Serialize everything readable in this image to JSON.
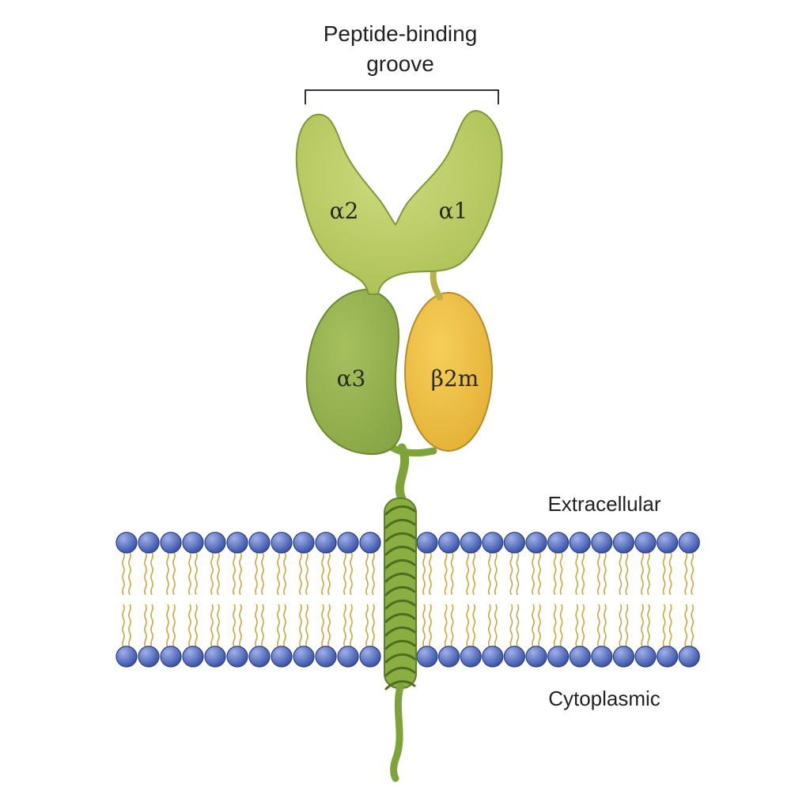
{
  "labels": {
    "groove_line1": "Peptide-binding",
    "groove_line2": "groove",
    "extracellular": "Extracellular",
    "cytoplasmic": "Cytoplasmic"
  },
  "domains": {
    "alpha1": "α1",
    "alpha2": "α2",
    "alpha3": "α3",
    "beta2m": "β2m"
  },
  "colors": {
    "alpha_top_fill": "#b9cb62",
    "alpha3_fill": "#98b553",
    "beta2m_fill": "#f0c246",
    "protein_outline": "#6f8a2e",
    "helix": "#7ea33a",
    "lipid_head": "#4a63b8",
    "lipid_tail": "#c9a840"
  }
}
